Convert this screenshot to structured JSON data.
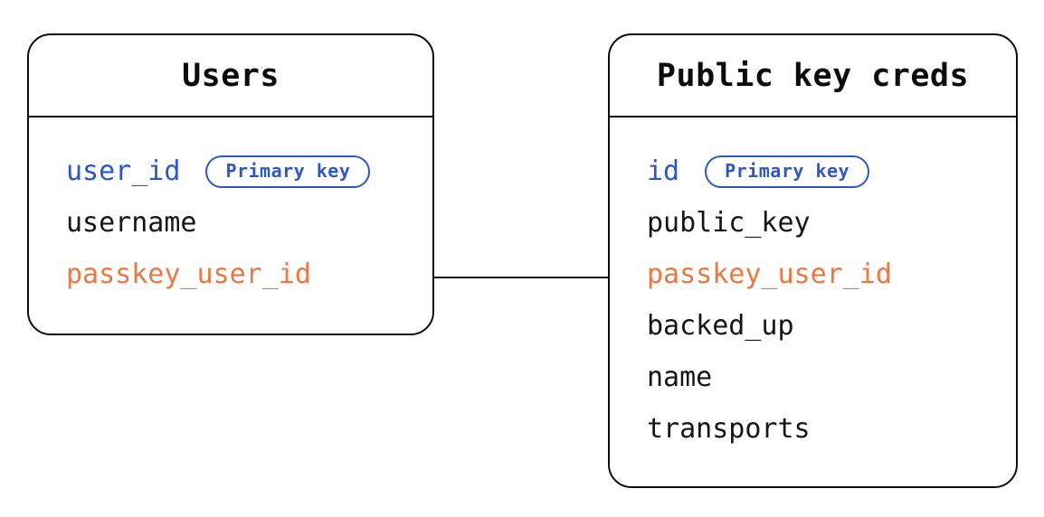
{
  "colors": {
    "blue": "#2a58cc",
    "orange": "#e97843",
    "stroke": "#0d0d0d"
  },
  "tables": [
    {
      "title": "Users",
      "fields": [
        {
          "name": "user_id",
          "color": "blue",
          "badge": "Primary key"
        },
        {
          "name": "username",
          "color": "default"
        },
        {
          "name": "passkey_user_id",
          "color": "orange"
        }
      ]
    },
    {
      "title": "Public key creds",
      "fields": [
        {
          "name": "id",
          "color": "blue",
          "badge": "Primary key"
        },
        {
          "name": "public_key",
          "color": "default"
        },
        {
          "name": "passkey_user_id",
          "color": "orange"
        },
        {
          "name": "backed_up",
          "color": "default"
        },
        {
          "name": "name",
          "color": "default"
        },
        {
          "name": "transports",
          "color": "default"
        }
      ]
    }
  ],
  "relationship": {
    "from_table": "Users",
    "from_field": "passkey_user_id",
    "to_table": "Public key creds",
    "to_field": "passkey_user_id"
  }
}
